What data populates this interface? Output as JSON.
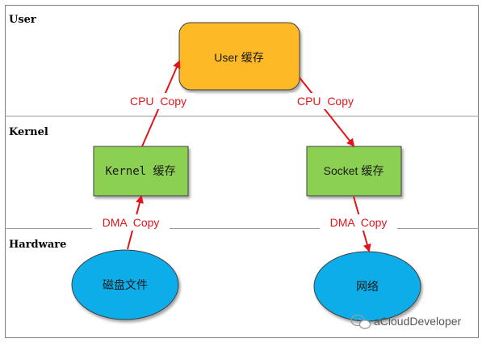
{
  "layers": {
    "user": "User",
    "kernel": "Kernel",
    "hardware": "Hardware"
  },
  "nodes": {
    "user_cache": "User 缓存",
    "kernel_cache": "Kernel 缓存",
    "socket_cache": "Socket 缓存",
    "disk_file": "磁盘文件",
    "network": "网络"
  },
  "edges": {
    "cpu_copy_left": "CPU  Copy",
    "cpu_copy_right": "CPU  Copy",
    "dma_copy_left": "DMA  Copy",
    "dma_copy_right": "DMA  Copy"
  },
  "watermark": "aCloudDeveloper",
  "colors": {
    "user_box": "#FDBA25",
    "kernel_box": "#8CD052",
    "ellipse": "#0BADEA",
    "arrow": "#E3151A",
    "label_red": "#E3151A"
  }
}
